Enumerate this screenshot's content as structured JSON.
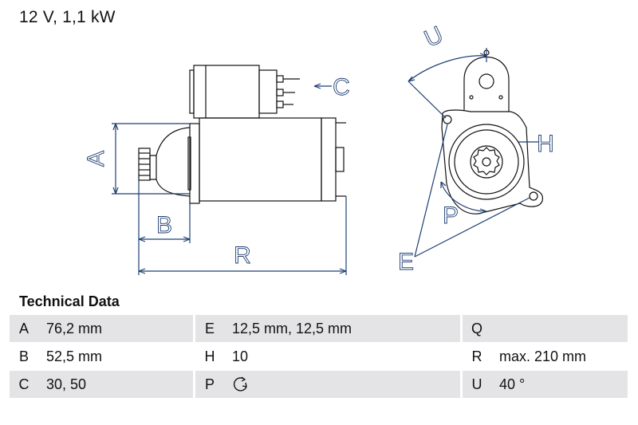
{
  "header": {
    "title": "12 V, 1,1 kW"
  },
  "diagram": {
    "labels": {
      "A": "A",
      "B": "B",
      "C": "C",
      "R": "R",
      "E": "E",
      "H": "H",
      "P": "P",
      "U": "U"
    },
    "line_color": "#1f3f73"
  },
  "technical_data": {
    "title": "Technical Data",
    "rows": [
      [
        {
          "key": "A",
          "value": "76,2 mm"
        },
        {
          "key": "E",
          "value": "12,5 mm, 12,5 mm"
        },
        {
          "key": "Q",
          "value": ""
        }
      ],
      [
        {
          "key": "B",
          "value": "52,5 mm"
        },
        {
          "key": "H",
          "value": "10"
        },
        {
          "key": "R",
          "value": "max. 210 mm"
        }
      ],
      [
        {
          "key": "C",
          "value": "30, 50"
        },
        {
          "key": "P",
          "value": "",
          "icon": "rotation-counterclockwise-icon"
        },
        {
          "key": "U",
          "value": "40 °"
        }
      ]
    ]
  }
}
